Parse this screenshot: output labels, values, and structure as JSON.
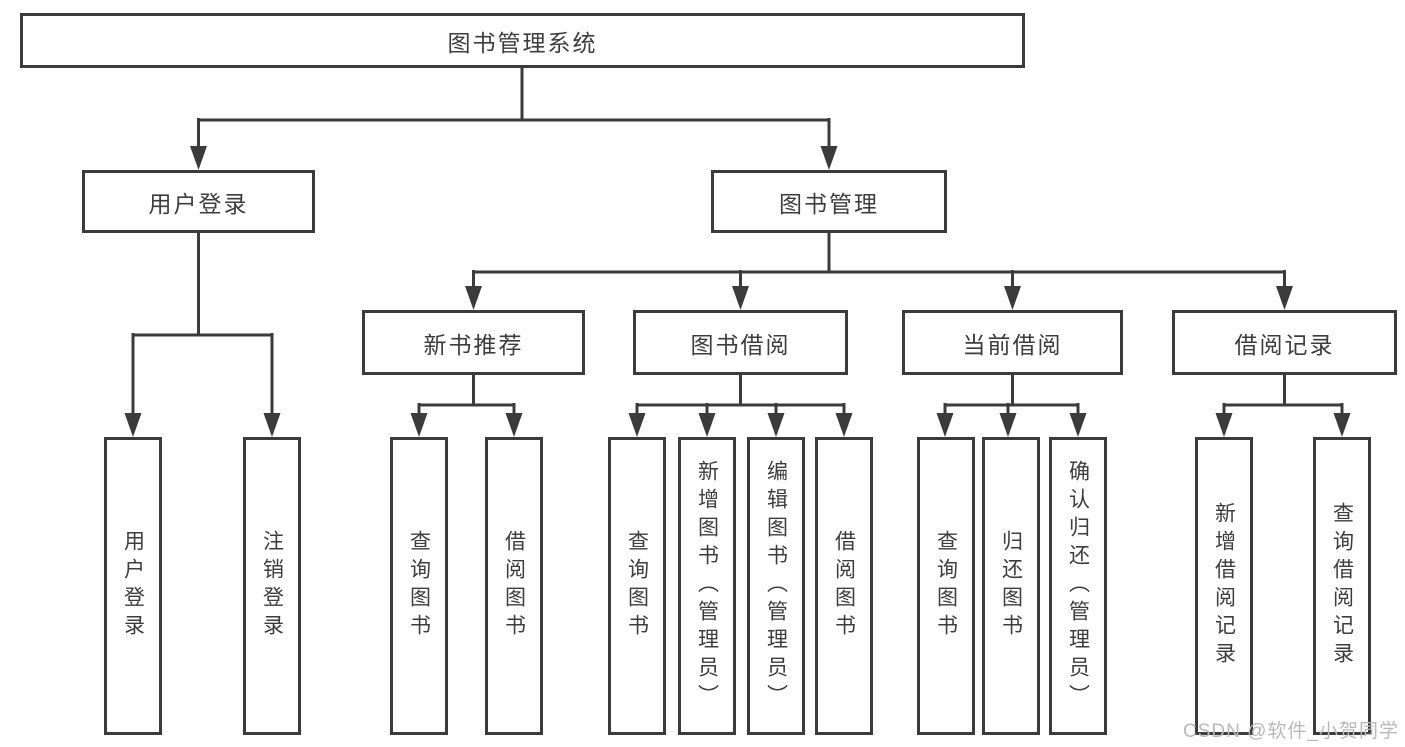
{
  "colors": {
    "line": "#3b3b3b",
    "box_border": "#3b3b3b",
    "text": "#3d3d3d",
    "watermark": "#b9b9b9",
    "background": "#ffffff"
  },
  "tree": {
    "label": "图书管理系统",
    "children": [
      {
        "label": "用户登录",
        "children": [
          {
            "label": "用户登录"
          },
          {
            "label": "注销登录"
          }
        ]
      },
      {
        "label": "图书管理",
        "children": [
          {
            "label": "新书推荐",
            "children": [
              {
                "label": "查询图书"
              },
              {
                "label": "借阅图书"
              }
            ]
          },
          {
            "label": "图书借阅",
            "children": [
              {
                "label": "查询图书"
              },
              {
                "label": "新增图书（管理员）"
              },
              {
                "label": "编辑图书（管理员）"
              },
              {
                "label": "借阅图书"
              }
            ]
          },
          {
            "label": "当前借阅",
            "children": [
              {
                "label": "查询图书"
              },
              {
                "label": "归还图书"
              },
              {
                "label": "确认归还（管理员）"
              }
            ]
          },
          {
            "label": "借阅记录",
            "children": [
              {
                "label": "新增借阅记录"
              },
              {
                "label": "查询借阅记录"
              }
            ]
          }
        ]
      }
    ]
  },
  "watermark": {
    "text": "CSDN @软件_小贺同学"
  }
}
